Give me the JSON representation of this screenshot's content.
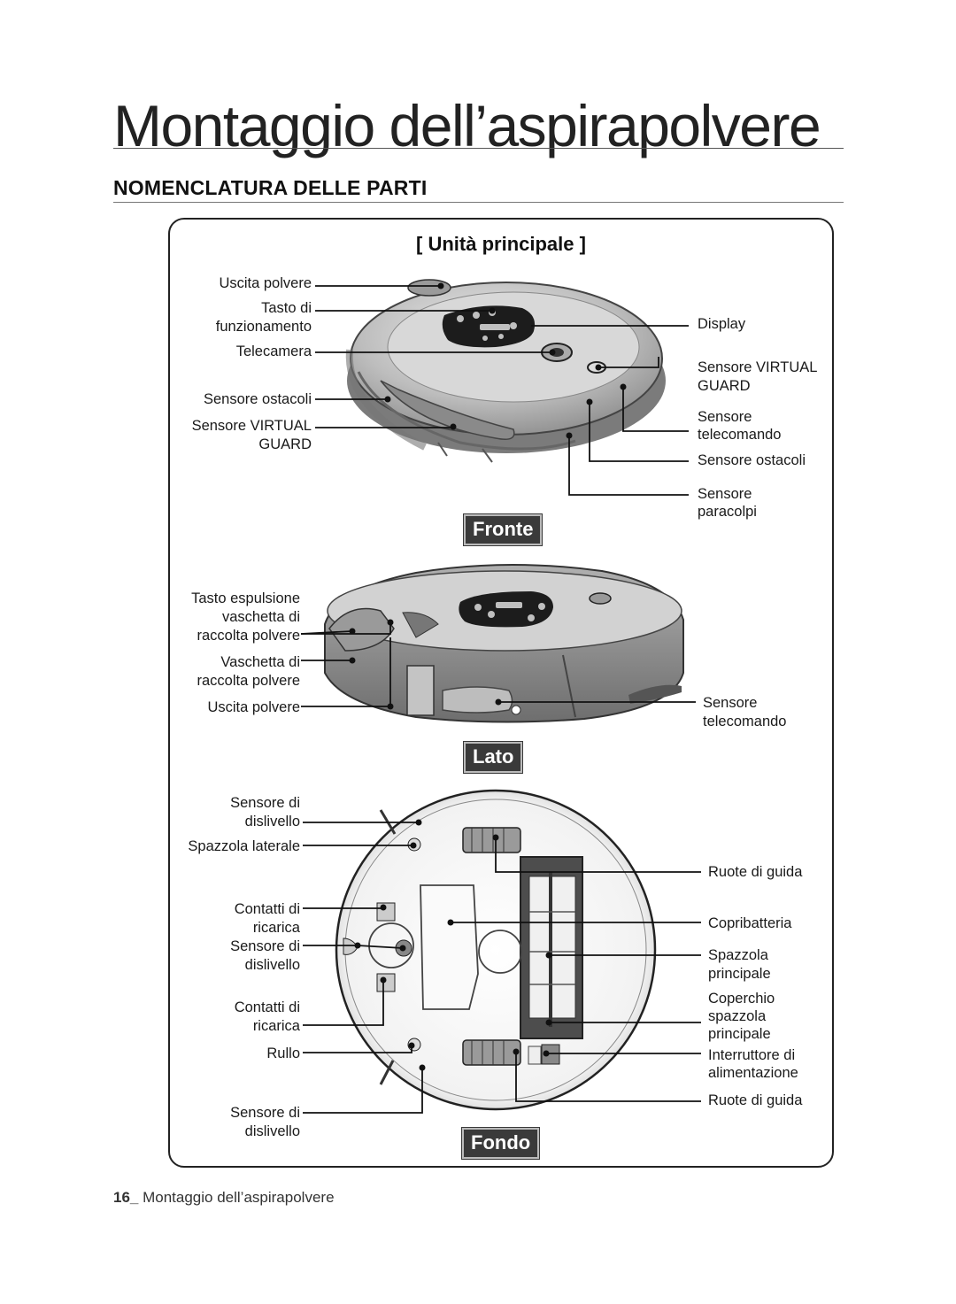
{
  "page": {
    "title": "Montaggio dell’aspirapolvere",
    "section": "NOMENCLATURA DELLE PARTI",
    "box_title": "[ Unità principale ]",
    "footer_number": "16_",
    "footer_text": "Montaggio dell’aspirapolvere"
  },
  "views": {
    "front": {
      "badge": "Fronte",
      "labels_left": {
        "dust_outlet": "Uscita polvere",
        "operation_button_1": "Tasto di",
        "operation_button_2": "funzionamento",
        "camera": "Telecamera",
        "obstacle_sensor": "Sensore ostacoli",
        "virtual_guard_1": "Sensore VIRTUAL",
        "virtual_guard_2": "GUARD"
      },
      "labels_right": {
        "display": "Display",
        "virtual_guard_1": "Sensore VIRTUAL",
        "virtual_guard_2": "GUARD",
        "remote_sensor_1": "Sensore",
        "remote_sensor_2": "telecomando",
        "obstacle_sensor": "Sensore ostacoli",
        "bumper_sensor_1": "Sensore",
        "bumper_sensor_2": "paracolpi"
      }
    },
    "side": {
      "badge": "Lato",
      "labels_left": {
        "eject_1": "Tasto espulsione",
        "eject_2": "vaschetta di",
        "eject_3": "raccolta polvere",
        "bin_1": "Vaschetta di",
        "bin_2": "raccolta polvere",
        "dust_outlet": "Uscita polvere"
      },
      "labels_right": {
        "remote_sensor_1": "Sensore",
        "remote_sensor_2": "telecomando"
      }
    },
    "bottom": {
      "badge": "Fondo",
      "labels_left": {
        "cliff_1a": "Sensore di",
        "cliff_1b": "dislivello",
        "side_brush": "Spazzola laterale",
        "contacts_1a": "Contatti di",
        "contacts_1b": "ricarica",
        "cliff_2a": "Sensore di",
        "cliff_2b": "dislivello",
        "contacts_2a": "Contatti di",
        "contacts_2b": "ricarica",
        "roller": "Rullo",
        "cliff_3a": "Sensore di",
        "cliff_3b": "dislivello"
      },
      "labels_right": {
        "guide_wheels_1": "Ruote di guida",
        "battery_cover": "Copribatteria",
        "main_brush_1": "Spazzola",
        "main_brush_2": "principale",
        "brush_cover_1": "Coperchio",
        "brush_cover_2": "spazzola",
        "brush_cover_3": "principale",
        "power_switch_1": "Interruttore di",
        "power_switch_2": "alimentazione",
        "guide_wheels_2": "Ruote di guida"
      }
    }
  }
}
